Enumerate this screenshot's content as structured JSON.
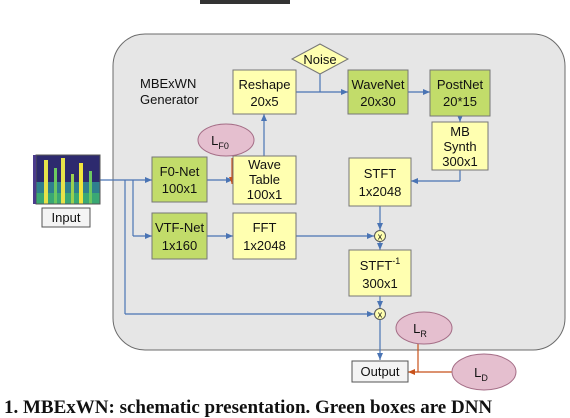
{
  "generator": {
    "title": "MBExWN",
    "subtitle": "Generator"
  },
  "blocks": {
    "noise": {
      "label": "Noise"
    },
    "reshape": {
      "line1": "Reshape",
      "line2": "20x5"
    },
    "wavenet": {
      "line1": "WaveNet",
      "line2": "20x30"
    },
    "postnet": {
      "line1": "PostNet",
      "line2": "20*15"
    },
    "mbsynth": {
      "line1": "MB",
      "line2": "Synth",
      "line3": "300x1"
    },
    "f0net": {
      "line1": "F0-Net",
      "line2": "100x1"
    },
    "wavetable": {
      "line1": "Wave",
      "line2": "Table",
      "line3": "100x1"
    },
    "stft": {
      "line1": "STFT",
      "line2": "1x2048"
    },
    "vtfnet": {
      "line1": "VTF-Net",
      "line2": "1x160"
    },
    "fft": {
      "line1": "FFT",
      "line2": "1x2048"
    },
    "istft": {
      "line1": "STFT",
      "sup": "-1",
      "line2": "300x1"
    },
    "input": {
      "label": "Input"
    },
    "output": {
      "label": "Output"
    }
  },
  "losses": {
    "lf0": {
      "base": "L",
      "sub": "F0"
    },
    "lr": {
      "base": "L",
      "sub": "R"
    },
    "ld": {
      "base": "L",
      "sub": "D"
    }
  },
  "multiply_symbol": "x",
  "caption": "1. MBExWN: schematic presentation. Green boxes are DNN",
  "colors": {
    "green": "#c2dc6a",
    "yellow": "#ffffb0",
    "pink": "#e5bfcf",
    "panel": "#e6e6e6",
    "arrow": "#4a74b4",
    "loss_arrow": "#c8521a"
  }
}
